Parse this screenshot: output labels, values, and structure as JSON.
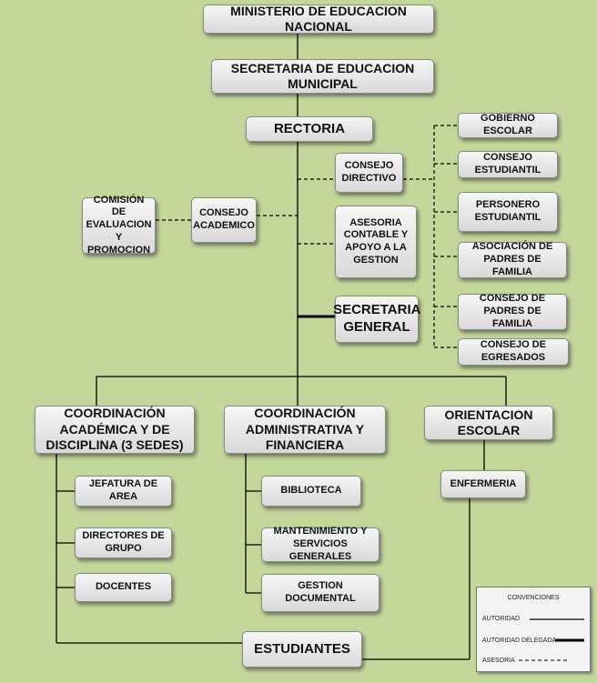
{
  "nodes": {
    "ministerio": "MINISTERIO DE EDUCACION NACIONAL",
    "secretaria_municipal": "SECRETARIA DE EDUCACION MUNICIPAL",
    "rectoria": "RECTORIA",
    "consejo_directivo": "CONSEJO DIRECTIVO",
    "asesoria": "ASESORIA CONTABLE Y APOYO A LA GESTION",
    "secretaria_general": "SECRETARIA GENERAL",
    "comision": "COMISIÓN DE EVALUACION Y PROMOCION",
    "consejo_academico": "CONSEJO ACADEMICO",
    "gobierno_escolar": "GOBIERNO ESCOLAR",
    "consejo_estudiantil": "CONSEJO ESTUDIANTIL",
    "personero": "PERSONERO ESTUDIANTIL",
    "asoc_padres": "ASOCIACIÓN DE PADRES DE FAMILIA",
    "consejo_padres": "CONSEJO DE PADRES DE FAMILIA",
    "consejo_egresados": "CONSEJO DE EGRESADOS",
    "coord_academica": "COORDINACIÓN ACADÉMICA Y DE DISCIPLINA (3 SEDES)",
    "coord_administrativa": "COORDINACIÓN ADMINISTRATIVA Y FINANCIERA",
    "orientacion": "ORIENTACION ESCOLAR",
    "jefatura": "JEFATURA DE AREA",
    "directores": "DIRECTORES DE GRUPO",
    "docentes": "DOCENTES",
    "biblioteca": "BIBLIOTECA",
    "mantenimiento": "MANTENIMIENTO Y SERVICIOS GENERALES",
    "gestion_documental": "GESTION DOCUMENTAL",
    "enfermeria": "ENFERMERIA",
    "estudiantes": "ESTUDIANTES"
  },
  "legend": {
    "title": "CONVENCIONES",
    "autoridad": "AUTORIDAD",
    "autoridad_delegada": "AUTORIDAD DELEGADA",
    "asesoria": "ASESORIA"
  },
  "colors": {
    "background": "#c4d79b",
    "box": "#e6e6e6",
    "line": "#000000"
  }
}
